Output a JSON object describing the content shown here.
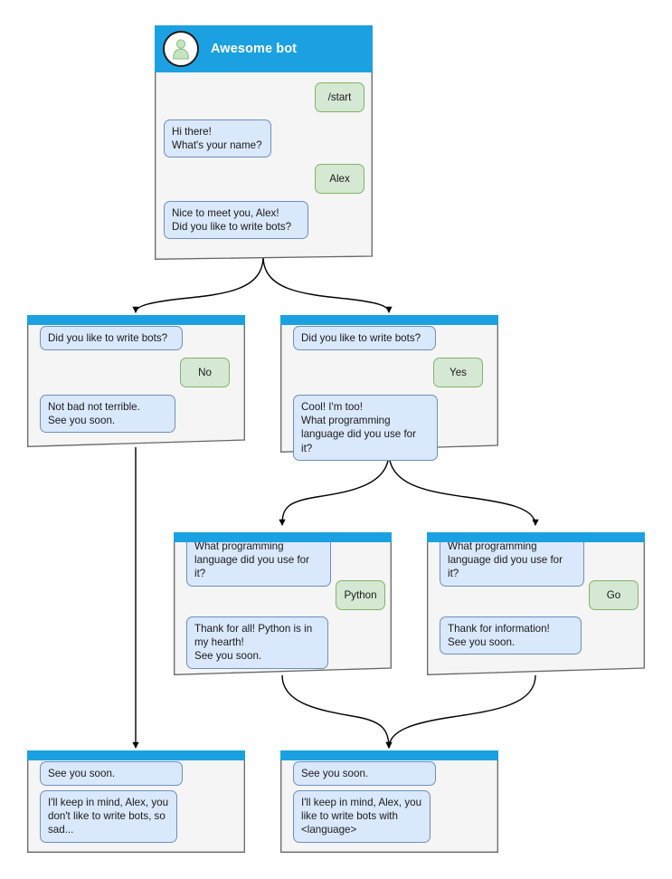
{
  "diagram": {
    "type": "bot-conversation-flowchart",
    "background": "#ffffff",
    "colors": {
      "header_blue": "#1ba1e2",
      "card_body": "#f5f5f5",
      "card_border": "#666666",
      "bot_bubble_fill": "#dae8fc",
      "bot_bubble_border": "#6c8ebf",
      "user_bubble_fill": "#d5e8d4",
      "user_bubble_border": "#82b366",
      "edge_stroke": "#000000",
      "avatar_person": "#b9dcb4"
    }
  },
  "root_card": {
    "title": "Awesome bot",
    "avatar_icon": "person-icon",
    "messages": [
      {
        "role": "user",
        "text": "/start"
      },
      {
        "role": "bot",
        "text": "Hi there!\nWhat's your name?"
      },
      {
        "role": "user",
        "text": "Alex"
      },
      {
        "role": "bot",
        "text": "Nice to meet you, Alex!\nDid you like to write bots?"
      }
    ]
  },
  "cards": [
    {
      "id": "card-no",
      "messages": [
        {
          "role": "bot",
          "text": "Did you like to write bots?"
        },
        {
          "role": "user",
          "text": "No"
        },
        {
          "role": "bot",
          "text": "Not bad not terrible.\nSee you soon."
        }
      ]
    },
    {
      "id": "card-yes",
      "messages": [
        {
          "role": "bot",
          "text": "Did you like to write bots?"
        },
        {
          "role": "user",
          "text": "Yes"
        },
        {
          "role": "bot",
          "text": "Cool! I'm too!\nWhat programming\nlanguage did you use for it?"
        }
      ]
    },
    {
      "id": "card-python",
      "messages": [
        {
          "role": "bot",
          "text": "What programming\nlanguage did you use for it?"
        },
        {
          "role": "user",
          "text": "Python"
        },
        {
          "role": "bot",
          "text": "Thank for all! Python is in\nmy hearth!\nSee you soon."
        }
      ]
    },
    {
      "id": "card-go",
      "messages": [
        {
          "role": "bot",
          "text": "What programming\nlanguage did you use for it?"
        },
        {
          "role": "user",
          "text": "Go"
        },
        {
          "role": "bot",
          "text": "Thank for information!\nSee you soon."
        }
      ]
    },
    {
      "id": "card-end-sad",
      "messages": [
        {
          "role": "bot",
          "text": "See you soon."
        },
        {
          "role": "bot",
          "text": "I'll keep in mind, Alex, you\ndon't like to write bots, so\nsad..."
        }
      ]
    },
    {
      "id": "card-end-happy",
      "messages": [
        {
          "role": "bot",
          "text": "See you soon."
        },
        {
          "role": "bot",
          "text": "I'll keep in mind, Alex, you\nlike to write bots with\n<language>"
        }
      ]
    }
  ]
}
